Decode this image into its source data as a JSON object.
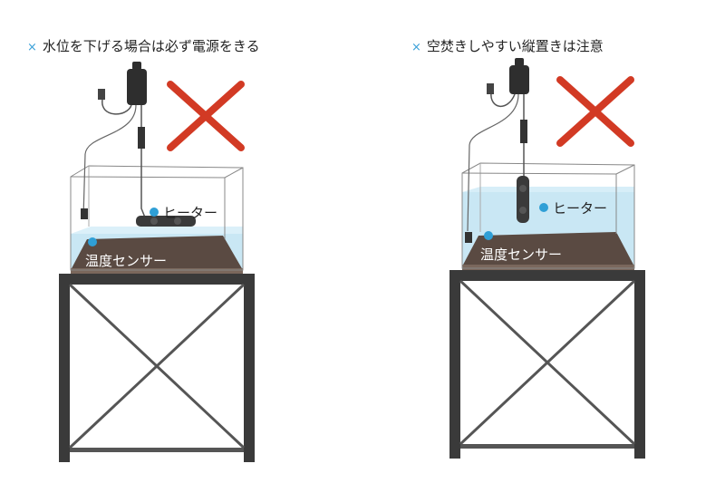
{
  "colors": {
    "mark": "#3aa0d8",
    "cross": "#d23a24",
    "water": "#bfe3f2",
    "sand": "#5a4a42",
    "stand": "#3a3a3a",
    "dot": "#2f9fd6"
  },
  "panels": [
    {
      "mark": "×",
      "caption": "水位を下げる場合は必ず電源をきる",
      "heater_label": "ヒーター",
      "sensor_label": "温度センサー"
    },
    {
      "mark": "×",
      "caption": "空焚きしやすい縦置きは注意",
      "heater_label": "ヒーター",
      "sensor_label": "温度センサー"
    }
  ]
}
